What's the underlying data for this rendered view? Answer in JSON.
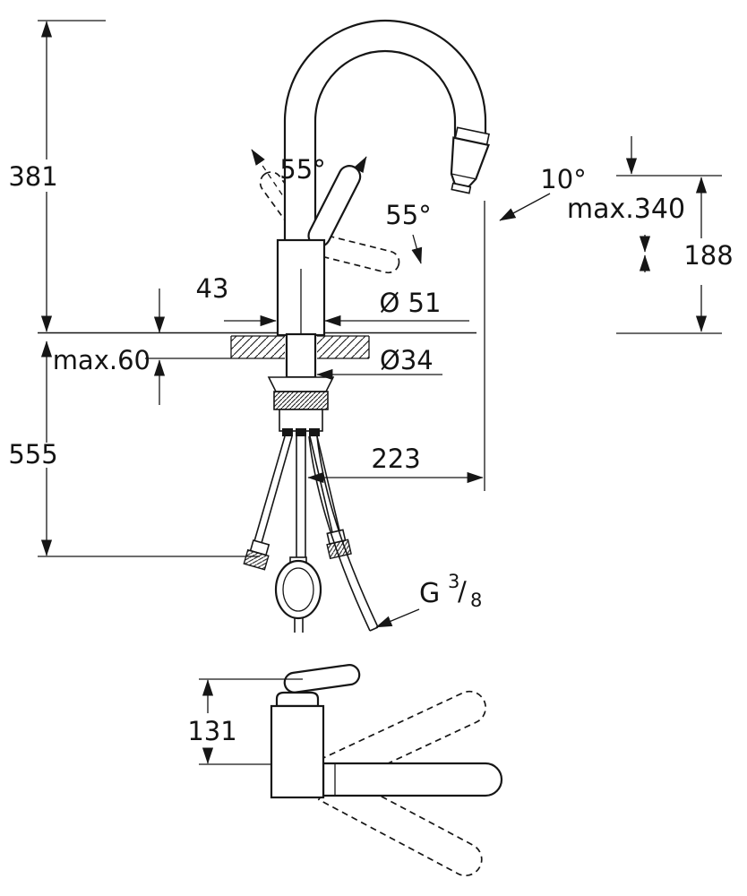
{
  "drawing": {
    "type": "faucet-technical-dimension-drawing",
    "colors": {
      "line": "#161616",
      "background": "#ffffff"
    },
    "labels": {
      "total_height": "381",
      "handle_angle_left": "55°",
      "handle_angle_right": "55°",
      "spray_angle": "10°",
      "max_spout_height": "max.340",
      "outlet_height": "188",
      "body_offset": "43",
      "spout_diameter": "Ø 51",
      "hole_diameter": "Ø34",
      "max_deck_thickness": "max.60",
      "hose_depth": "555",
      "spray_reach": "223",
      "thread_g": "G",
      "thread_numerator": "3",
      "thread_slash": "/",
      "thread_denominator": "8",
      "base_height": "131"
    }
  }
}
